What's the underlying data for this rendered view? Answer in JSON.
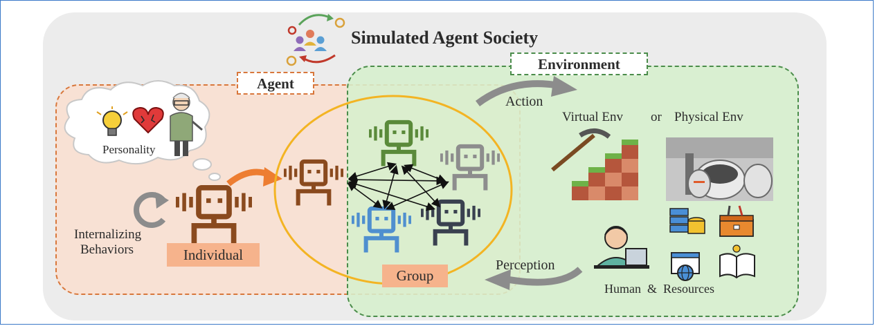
{
  "title": "Simulated Agent Society",
  "agent_tag": "Agent",
  "environment_tag": "Environment",
  "personality_label": "Personality",
  "internalizing_label_line1": "Internalizing",
  "internalizing_label_line2": "Behaviors",
  "individual_label": "Individual",
  "group_label": "Group",
  "action_label": "Action",
  "perception_label": "Perception",
  "virtual_env_label": "Virtual Env",
  "or_label": "or",
  "physical_env_label": "Physical Env",
  "resources_label": "Human  &  Resources",
  "colors": {
    "agent_border": "#d8773b",
    "agent_fill": "#f8e1d4",
    "environment_border": "#4a8c4a",
    "environment_fill": "#d6efcd",
    "group_circle": "#f3b423",
    "robot_brown": "#8a4a1e",
    "robot_green": "#5a8a3a",
    "robot_gray": "#8d8d8d",
    "robot_blue": "#4f8fcf",
    "robot_dark": "#3a4150",
    "arrow_orange": "#ed7d31",
    "arrow_gray": "#8c8c8c",
    "label_fill": "#f6b38c"
  }
}
